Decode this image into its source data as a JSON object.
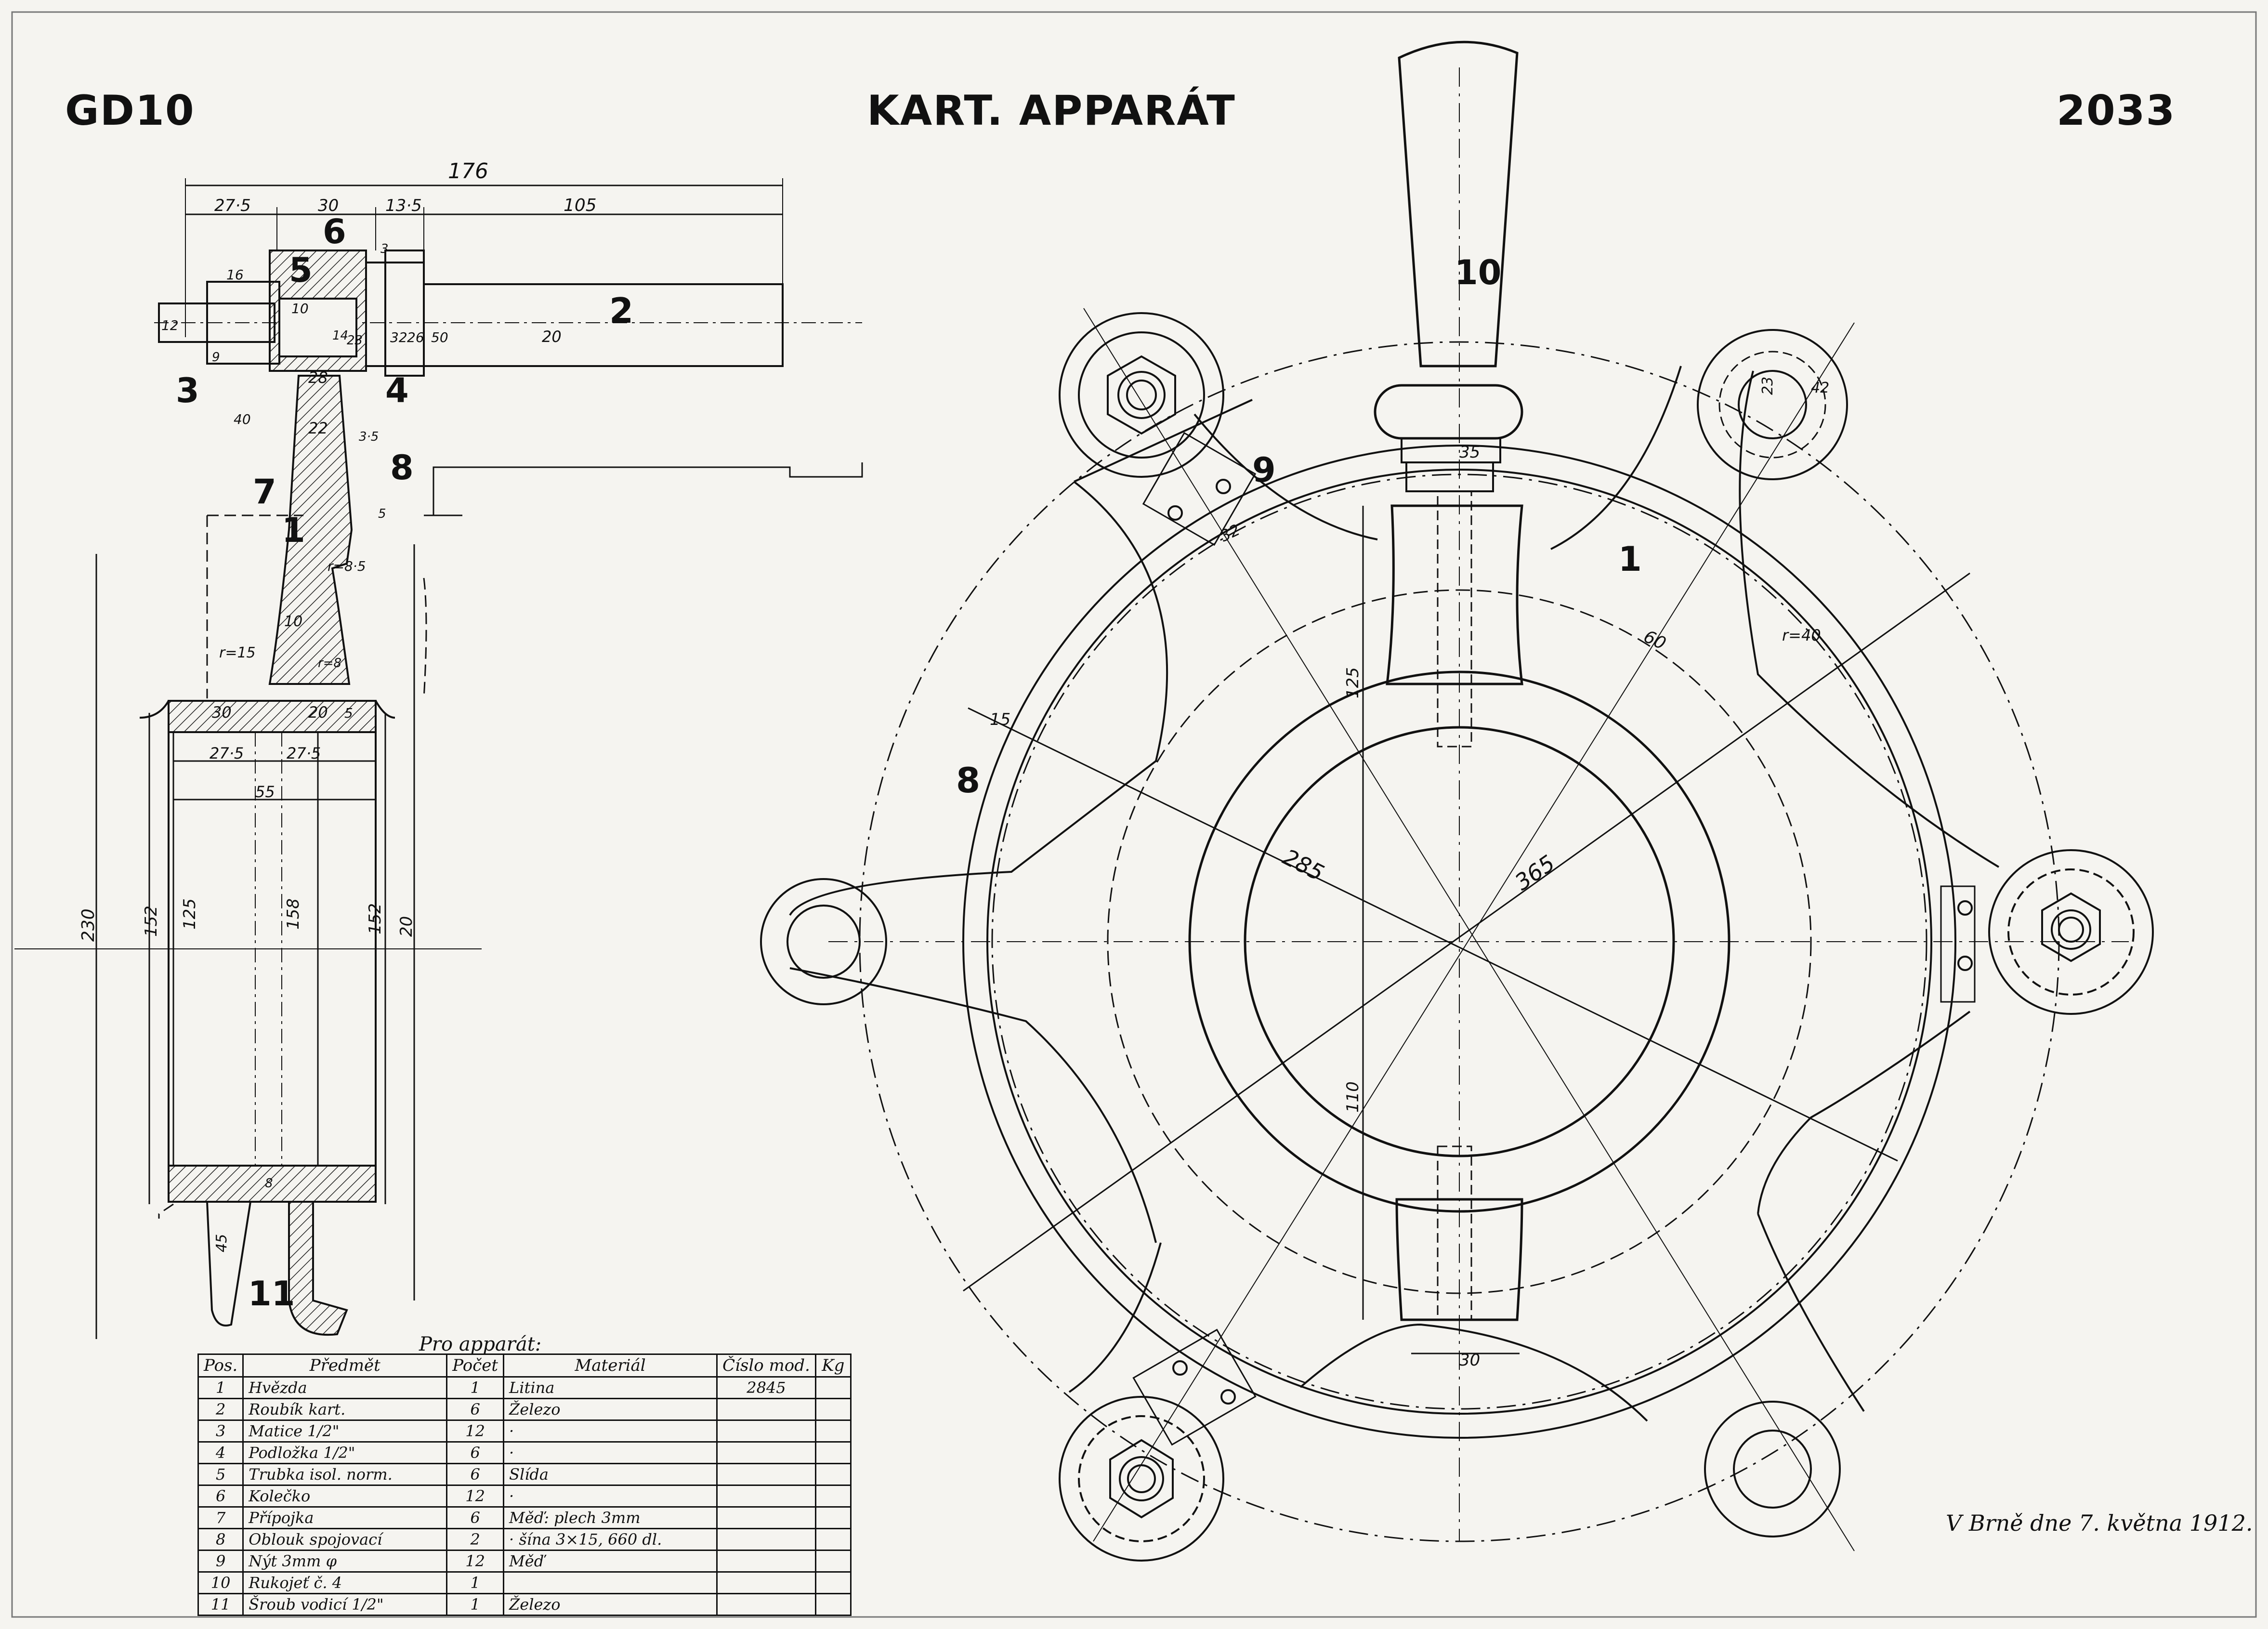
{
  "header": {
    "code_left": "GD10",
    "title": "KART. APPARÁT",
    "code_right": "2033"
  },
  "callouts": {
    "c1": "1",
    "c1b": "1",
    "c2": "2",
    "c3": "3",
    "c4": "4",
    "c5": "5",
    "c6": "6",
    "c7": "7",
    "c8": "8",
    "c8b": "8",
    "c9": "9",
    "c10": "10",
    "c11": "11"
  },
  "dims": {
    "d176": "176",
    "d27_5": "27·5",
    "d30": "30",
    "d13_5": "13·5",
    "d105": "105",
    "d16": "16",
    "d10": "10",
    "d12": "12",
    "d28": "28",
    "d22": "22",
    "d40": "40",
    "d20_shaft": "20",
    "d32": "32",
    "d26": "26",
    "d50": "50",
    "d14": "14",
    "d23": "23",
    "d9": "9",
    "d3_5": "3·5",
    "d5": "5",
    "d3": "3",
    "r8_5": "r=8·5",
    "r15": "r=15",
    "r8": "r=8",
    "d10b": "10",
    "d30b": "30",
    "d20b": "20",
    "d5b": "5",
    "d27_5a": "27·5",
    "d27_5b": "27·5",
    "d55": "55",
    "d230": "230",
    "d152a": "152",
    "d125a": "125",
    "d158": "158",
    "d152b": "152",
    "d20c": "20",
    "d45": "45",
    "d8": "8",
    "d35": "35",
    "d30c": "30",
    "d125b": "125",
    "d110": "110",
    "d285": "285",
    "d365": "365",
    "d15": "15",
    "d60": "60",
    "r40": "r=40",
    "d23b": "23",
    "d42": "42",
    "d32b": "32"
  },
  "bom": {
    "title": "Pro apparát:",
    "headers": [
      "Pos.",
      "Předmět",
      "Počet",
      "Materiál",
      "Číslo mod.",
      "Kg"
    ],
    "rows": [
      [
        "1",
        "Hvězda",
        "1",
        "Litina",
        "2845",
        ""
      ],
      [
        "2",
        "Roubík kart.",
        "6",
        "Železo",
        "",
        ""
      ],
      [
        "3",
        "Matice 1/2\"",
        "12",
        "·",
        "",
        ""
      ],
      [
        "4",
        "Podložka 1/2\"",
        "6",
        "·",
        "",
        ""
      ],
      [
        "5",
        "Trubka isol. norm.",
        "6",
        "Slída",
        "",
        ""
      ],
      [
        "6",
        "Kolečko",
        "12",
        "·",
        "",
        ""
      ],
      [
        "7",
        "Přípojka",
        "6",
        "Měď: plech 3mm",
        "",
        ""
      ],
      [
        "8",
        "Oblouk spojovací",
        "2",
        "· šína 3×15, 660 dl.",
        "",
        ""
      ],
      [
        "9",
        "Nýt 3mm φ",
        "12",
        "Měď",
        "",
        ""
      ],
      [
        "10",
        "Rukojeť č. 4",
        "1",
        "",
        "",
        ""
      ],
      [
        "11",
        "Šroub vodicí 1/2\"",
        "1",
        "Železo",
        "",
        ""
      ]
    ]
  },
  "signature": "V Brně dne 7. května 1912."
}
